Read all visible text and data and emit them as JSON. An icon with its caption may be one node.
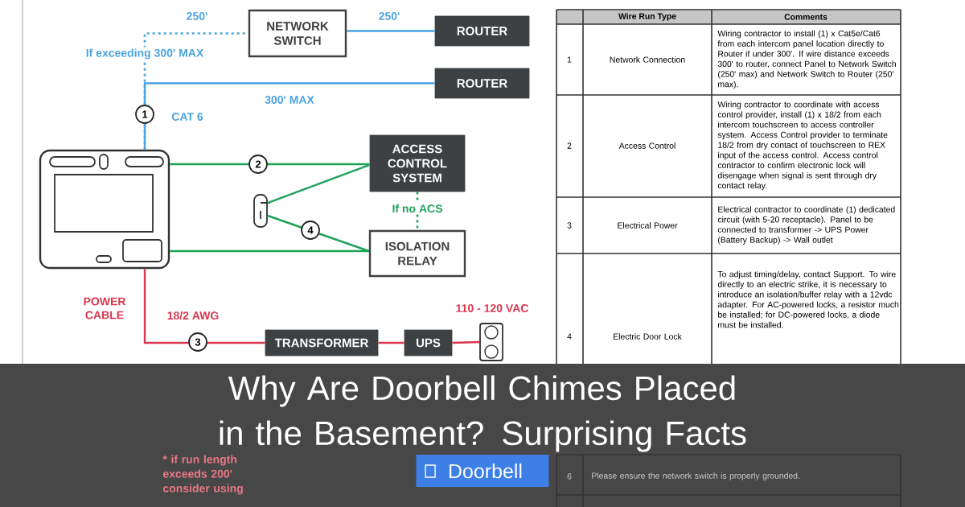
{
  "diagram": {
    "title": "Why Are Doorbell Chimes Placed in the Basement? Surprising Facts",
    "nodes": [
      {
        "text": [
          "NETWORK SWITCH"
        ]
      },
      {
        "text": [
          "ROUTER"
        ]
      },
      {
        "text": [
          "ROUTER"
        ]
      },
      {
        "text": [],
        "shape": "picture"
      },
      {
        "text": [
          "ACCESS CONTROL SYSTEM"
        ]
      },
      {
        "text": [],
        "shape": "picture"
      },
      {
        "text": [
          "ISOLATION RELAY"
        ]
      },
      {
        "text": [
          "TRANSFORMER"
        ]
      },
      {
        "text": [
          "UPS"
        ]
      },
      {
        "text": [],
        "shape": "picture"
      }
    ],
    "edges": [
      {
        "from": 3,
        "to": 0,
        "arrow": "none",
        "style": "dashed",
        "color": "#4aa3df",
        "label": "If exceeding 300' MAX"
      },
      {
        "from": 0,
        "to": 1,
        "arrow": "none",
        "color": "#4aa3df",
        "label": "250'"
      },
      {
        "from": 3,
        "to": 2,
        "arrow": "none",
        "color": "#4aa3df",
        "label": "300' MAX"
      },
      {
        "from": 3,
        "to": 4,
        "arrow": "none"
      },
      {
        "from": 4,
        "to": 5,
        "arrow": "none"
      },
      {
        "from": 5,
        "to": 6,
        "arrow": "none"
      },
      {
        "from": 3,
        "to": 6,
        "arrow": "none"
      },
      {
        "from": 4,
        "to": 6,
        "arrow": "none",
        "style": "dashed",
        "label": "If no ACS"
      },
      {
        "from": 3,
        "to": 7,
        "arrow": "none",
        "color": "#d9364f"
      },
      {
        "from": 7,
        "to": 8,
        "arrow": "none",
        "color": "#d9364f"
      },
      {
        "from": 8,
        "to": 9,
        "arrow": "none",
        "color": "#d9364f"
      }
    ],
    "labels": [
      "250'",
      "1",
      "CAT 6",
      "2",
      "4",
      "POWER CABLE",
      "18/2 AWG",
      "110 - 120 VAC",
      "3",
      "Wire Run Type",
      "Comments",
      "1",
      "Network Connection",
      "Wiring contractor to install (1) x Cat5e/Cat6 from each intercom panel location directly to Router if under 300'. If wire distance exceeds 300' to router, connect Panel to Network Switch (250' max) and Network Switch to Router (250' max).",
      "2",
      "Access Control",
      "Wiring contractor to coordinate with access control provider, install (1) x 18/2 from each intercom touchscreen to access controller system. Access Control provider to terminate 18/2 from dry contact of touchscreen to REX input of the access control. Access control contractor to confirm electronic lock will disengage when signal is sent through dry contact relay.",
      "3",
      "Electrical Power",
      "Electrical contractor to coordinate (1) dedicated circuit (with 5-20 receptacle). Panel to be connected to transformer -> UPS Power (Battery Backup) -> Wall outlet",
      "4",
      "Electric Door Lock",
      "To adjust timing/delay, contact Support. To wire directly to an electric strike, it is necessary to introduce an isolation/buffer relay with a 12vdc adapter. For AC-powered locks, a resistor much be installed; for DC-powered locks, a diode must be installed.",
      "6",
      "Please ensure the network switch is properly grounded.",
      "* if run length exceeds 200' consider using",
      "Doorbell"
    ]
  }
}
